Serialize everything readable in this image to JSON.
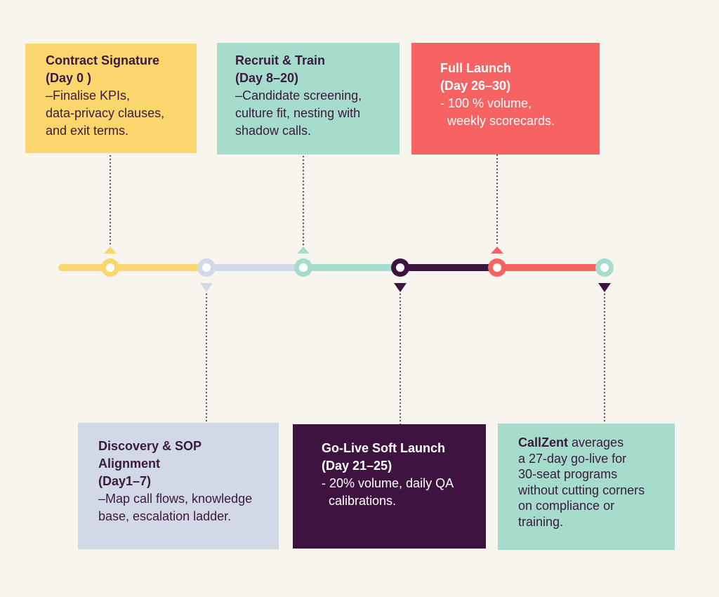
{
  "cards": {
    "contract": {
      "title_1": "Contract Signature",
      "title_2": "(Day 0 )",
      "body": [
        "–Finalise KPIs,",
        "data-privacy clauses,",
        "and exit terms."
      ],
      "color": "#fbd66c"
    },
    "recruit": {
      "title_1": "Recruit & Train",
      "title_2": "(Day 8–20)",
      "body": [
        "–Candidate screening,",
        "culture fit, nesting with",
        "shadow calls."
      ],
      "color": "#a6dccc"
    },
    "full_launch": {
      "title_1": "Full Launch",
      "title_2": "(Day 26–30)",
      "body": [
        "- 100 % volume,",
        "  weekly scorecards."
      ],
      "color": "#f76363"
    },
    "discovery": {
      "title_1": "Discovery & SOP",
      "title_2": "Alignment",
      "title_3": "(Day1–7)",
      "body": [
        "–Map call flows, knowledge",
        "base, escalation ladder."
      ],
      "color": "#d0d9e5"
    },
    "golive": {
      "title_1": "Go-Live Soft Launch",
      "title_2": "(Day 21–25)",
      "body": [
        "- 20% volume, daily QA",
        "  calibrations."
      ],
      "color": "#3f1340"
    },
    "callzent": {
      "brand": "CallZent",
      "line_1_rest": " averages",
      "body": [
        "a 27-day go-live for",
        "30-seat programs",
        "without cutting corners",
        "on compliance or",
        "training."
      ],
      "color": "#a6dccc"
    }
  },
  "timeline_colors": [
    "#fbd66c",
    "#d0d9e5",
    "#a6dccc",
    "#3f1340",
    "#f76363",
    "#a6dccc"
  ]
}
